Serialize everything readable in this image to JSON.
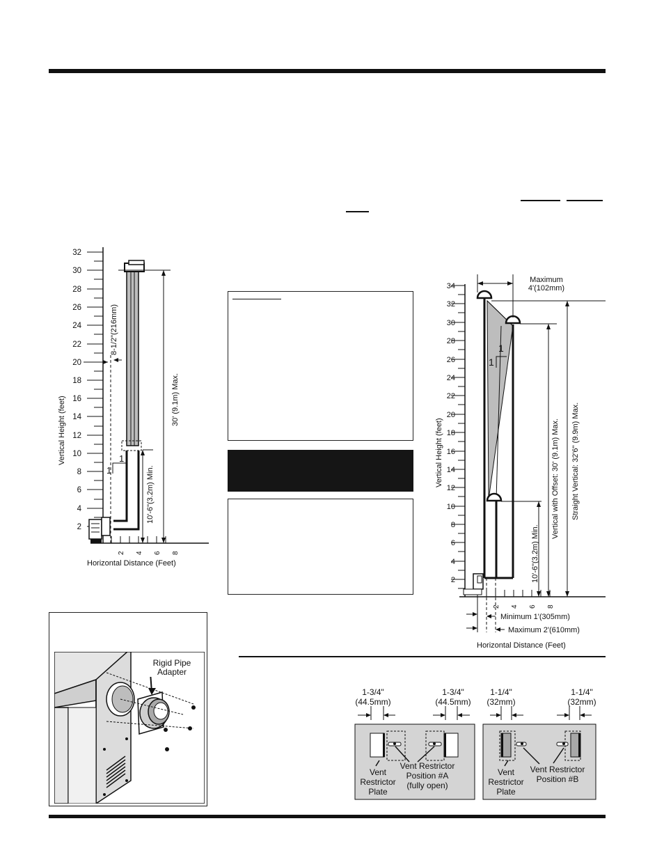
{
  "figure_left": {
    "y_ticks": [
      "2",
      "4",
      "6",
      "8",
      "10",
      "12",
      "14",
      "16",
      "18",
      "20",
      "22",
      "24",
      "26",
      "28",
      "30",
      "32"
    ],
    "x_ticks": [
      "2",
      "4",
      "6",
      "8"
    ],
    "y_label": "Vertical Height (feet)",
    "x_label": "Horizontal Distance (Feet)",
    "dim_offset": "8-1/2\"(216mm)",
    "dim_min": "10'-6\"(3.2m) Min.",
    "dim_max": "30' (9.1m) Max.",
    "slope_rise": "1",
    "slope_run": "1"
  },
  "figure_right": {
    "y_ticks": [
      "2",
      "4",
      "6",
      "8",
      "10",
      "12",
      "14",
      "16",
      "18",
      "20",
      "22",
      "24",
      "26",
      "28",
      "30",
      "32",
      "34"
    ],
    "x_ticks": [
      "2",
      "4",
      "6",
      "8"
    ],
    "y_label": "Vertical Height (feet)",
    "x_label": "Horizontal Distance (Feet)",
    "max_offset_line1": "Maximum",
    "max_offset_line2": "4'(102mm)",
    "dim_min": "10'-6\"(3.2m) Min.",
    "dim_offset_max": "Vertical with Offset: 30' (9.1m) Max.",
    "dim_straight_max": "Straight Vertical: 32'6\" (9.9m) Max.",
    "minimum": "Minimum 1'(305mm)",
    "maximum": "Maximum 2'(610mm)",
    "slope_rise": "1",
    "slope_run": "1"
  },
  "adapter_figure": {
    "label_line1": "Rigid Pipe",
    "label_line2": "Adapter"
  },
  "restrictor": {
    "dim_a_left_1": "1-3/4\"",
    "dim_a_left_2": "(44.5mm)",
    "dim_a_right_1": "1-3/4\"",
    "dim_a_right_2": "(44.5mm)",
    "dim_b_left_1": "1-1/4\"",
    "dim_b_left_2": "(32mm)",
    "dim_b_right_1": "1-1/4\"",
    "dim_b_right_2": "(32mm)",
    "plate_a": [
      "Vent",
      "Restrictor",
      "Plate"
    ],
    "pos_a": [
      "Vent Restrictor",
      "Position #A",
      "(fully open)"
    ],
    "plate_b": [
      "Vent",
      "Restrictor",
      "Plate"
    ],
    "pos_b": [
      "Vent Restrictor",
      "Position #B"
    ]
  }
}
